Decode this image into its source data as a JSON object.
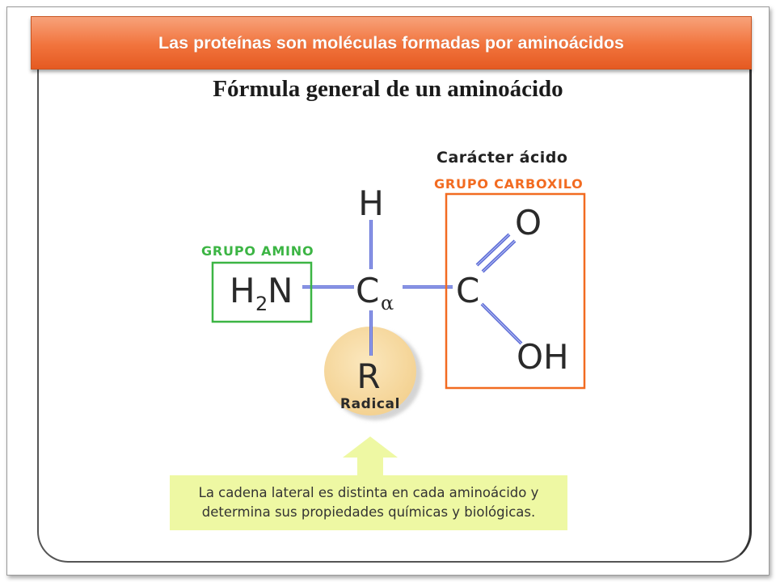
{
  "slide": {
    "title": "Las proteínas son moléculas formadas por aminoácidos",
    "subtitle": "Fórmula general de un aminoácido"
  },
  "diagram": {
    "acid_character": "Carácter ácido",
    "carboxyl_group": "GRUPO CARBOXILO",
    "amino_group": "GRUPO AMINO",
    "amino_formula": {
      "h": "H",
      "subscript": "2",
      "n": "N"
    },
    "alpha_carbon": {
      "c": "C",
      "alpha": "α"
    },
    "top_atom": "H",
    "carboxyl_carbon": "C",
    "oxygen": "O",
    "hydroxyl": "OH",
    "radical_symbol": "R",
    "radical_label": "Radical",
    "colors": {
      "title_orange": "#f1733c",
      "carboxyl_orange": "#f26b21",
      "amino_green": "#3cb544",
      "bond_blue": "#5b6bd6",
      "radical_fill": "#f9dfa7",
      "arrow_fill": "#eef8a3"
    }
  },
  "note": {
    "line1": "La cadena lateral es distinta en cada aminoácido y",
    "line2": "determina sus propiedades químicas y biológicas."
  }
}
